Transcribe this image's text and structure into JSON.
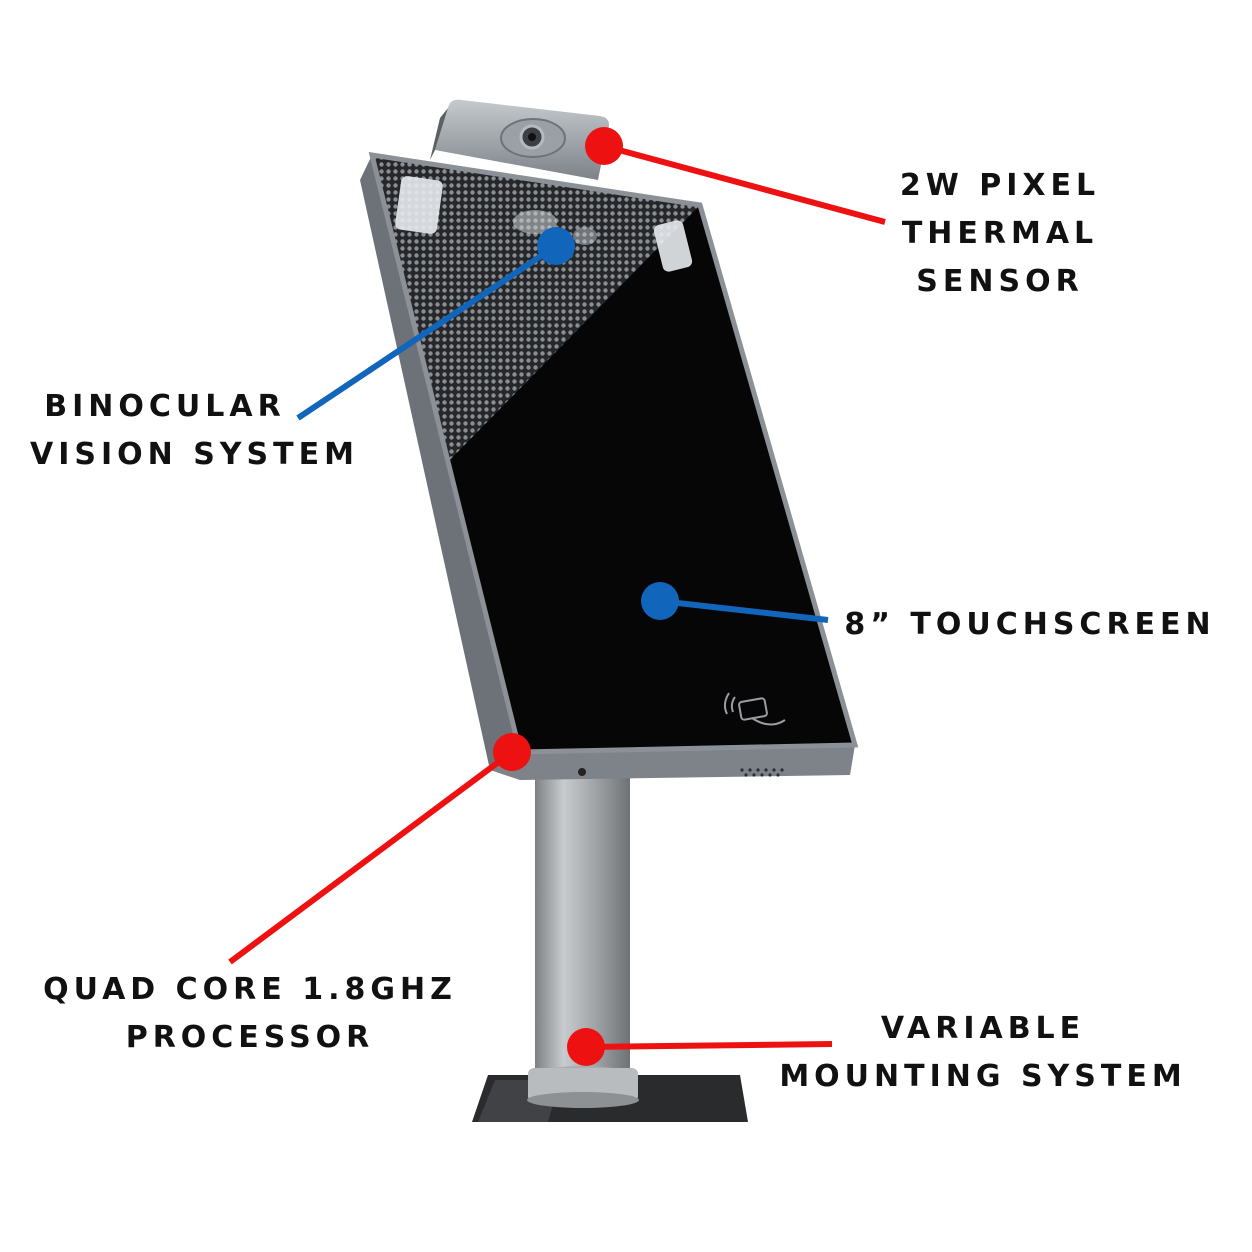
{
  "colors": {
    "background": "#ffffff",
    "label_text": "#111111",
    "callout_red": "#ee1111",
    "callout_blue": "#1166bb",
    "screen": "#060607",
    "bezel": "#7b8186",
    "pole": "#a3a7aa"
  },
  "callouts": [
    {
      "id": "thermal-sensor",
      "color": "red",
      "lines": [
        "2W PIXEL",
        "THERMAL",
        "SENSOR"
      ]
    },
    {
      "id": "binocular-vision",
      "color": "blue",
      "lines": [
        "BINOCULAR",
        "VISION SYSTEM"
      ]
    },
    {
      "id": "touchscreen",
      "color": "blue",
      "lines": [
        "8” TOUCHSCREEN"
      ]
    },
    {
      "id": "processor",
      "color": "red",
      "lines": [
        "QUAD CORE 1.8GHZ",
        "PROCESSOR"
      ]
    },
    {
      "id": "mounting-system",
      "color": "red",
      "lines": [
        "VARIABLE",
        "MOUNTING SYSTEM"
      ]
    }
  ],
  "device": {
    "screen_icon": "contactless-card-icon"
  }
}
